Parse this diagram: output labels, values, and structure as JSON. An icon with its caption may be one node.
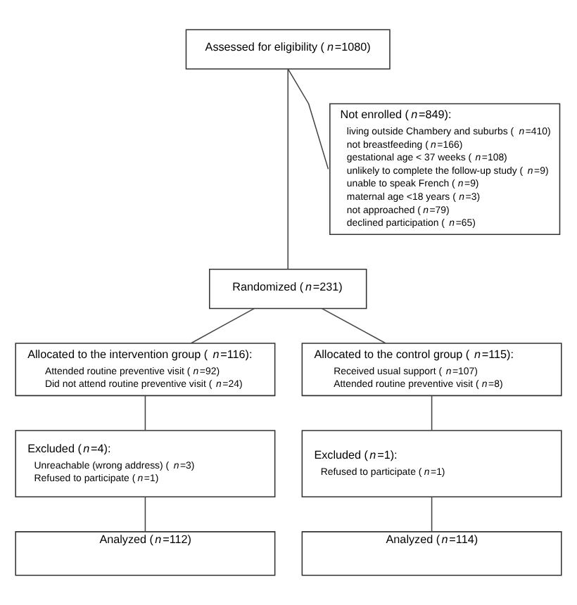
{
  "diagram": {
    "nodes": [
      {
        "text": [
          "Assessed for eligibility (*n*=1080)"
        ]
      },
      {
        "text": [
          "Not enrolled (*n*=849):",
          "living outside Chambery and suburbs (*n*=410)",
          "not breastfeeding (*n*=166)",
          "gestational age < 37 weeks (*n*=108)",
          "unlikely to complete the follow-up study (*n*=9)",
          "unable to speak French (*n*=9)",
          "maternal age <18 years (*n*=3)",
          "not approached (*n*=79)",
          "declined participation (*n*=65)"
        ]
      },
      {
        "text": [
          "Randomized (*n*=231)"
        ]
      },
      {
        "text": [
          "Allocated to the intervention group (*n*=116):",
          "Attended routine preventive visit (*n*=92)",
          "Did not attend routine preventive visit (*n*=24)"
        ]
      },
      {
        "text": [
          "Allocated to the control group (*n*=115):",
          "Received usual support (*n*=107)",
          "Attended routine preventive visit (*n*=8)"
        ]
      },
      {
        "text": [
          "Excluded (*n*=4):",
          "Unreachable (wrong address) (*n*=3)",
          "Refused to participate (*n*=1)"
        ]
      },
      {
        "text": [
          "Excluded (*n*=1):",
          "Refused to participate (*n*=1)"
        ]
      },
      {
        "text": [
          "Analyzed (*n*=112)"
        ]
      },
      {
        "text": [
          "Analyzed (*n*=114)"
        ]
      }
    ],
    "edges": [
      {
        "from": 0,
        "to": 2,
        "arrow": "none"
      },
      {
        "from": 0,
        "to": 1,
        "arrow": "none"
      },
      {
        "from": 2,
        "to": 3,
        "arrow": "none"
      },
      {
        "from": 2,
        "to": 4,
        "arrow": "none"
      },
      {
        "from": 3,
        "to": 5,
        "arrow": "none"
      },
      {
        "from": 4,
        "to": 6,
        "arrow": "none"
      },
      {
        "from": 5,
        "to": 7,
        "arrow": "none"
      },
      {
        "from": 6,
        "to": 8,
        "arrow": "none"
      }
    ]
  }
}
